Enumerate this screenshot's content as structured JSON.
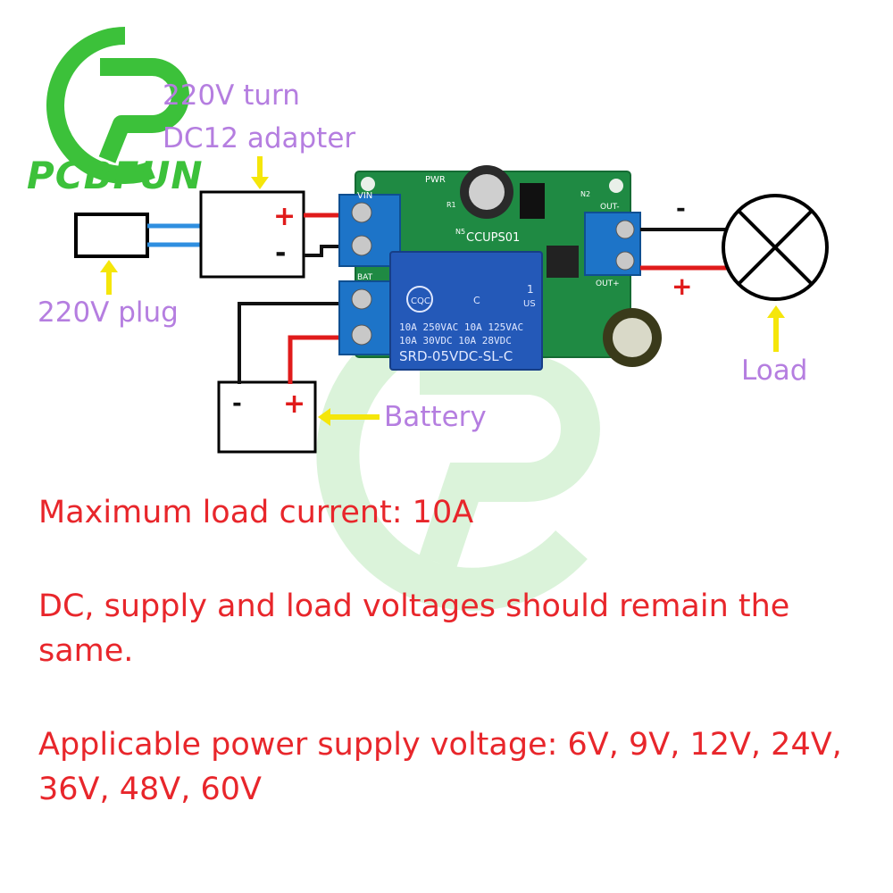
{
  "brand": {
    "name": "PCBFUN",
    "color": "#3cc13a"
  },
  "labels": {
    "adapter_line1": "220V turn",
    "adapter_line2": "DC12 adapter",
    "plug": "220V plug",
    "battery": "Battery",
    "load": "Load"
  },
  "board": {
    "vin": "VIN",
    "bat": "BAT",
    "out": "OUT-",
    "out_plus": "OUT+",
    "pwr": "PWR",
    "model": "CCUPS01",
    "r1": "R1",
    "n2": "N2",
    "n5": "N5"
  },
  "relay": {
    "cqc": "CQC",
    "rating_ul": "1",
    "us": "US",
    "c": "C",
    "spec_row1": "10A 250VAC  10A 125VAC",
    "spec_row2": "10A  30VDC  10A  28VDC",
    "part_no": "SRD-05VDC-SL-C"
  },
  "polarity": {
    "adapter_plus": "+",
    "adapter_minus": "-",
    "battery_minus": "-",
    "battery_plus": "+",
    "load_minus": "-",
    "load_plus": "+"
  },
  "notes": {
    "max_current": "Maximum load current: 10A",
    "dc_note": "DC, supply and load voltages should remain the same.",
    "voltages": "Applicable power supply voltage: 6V, 9V, 12V, 24V, 36V, 48V, 60V"
  },
  "colors": {
    "wire_red": "#e01b1b",
    "wire_blue": "#2f8fe0",
    "arrow_yellow": "#f5e60a",
    "label_purple": "#b57ee0",
    "note_red": "#e8262b",
    "pcb_green": "#1f8a43",
    "terminal_blue": "#1d74c8",
    "relay_blue": "#2459b8"
  }
}
